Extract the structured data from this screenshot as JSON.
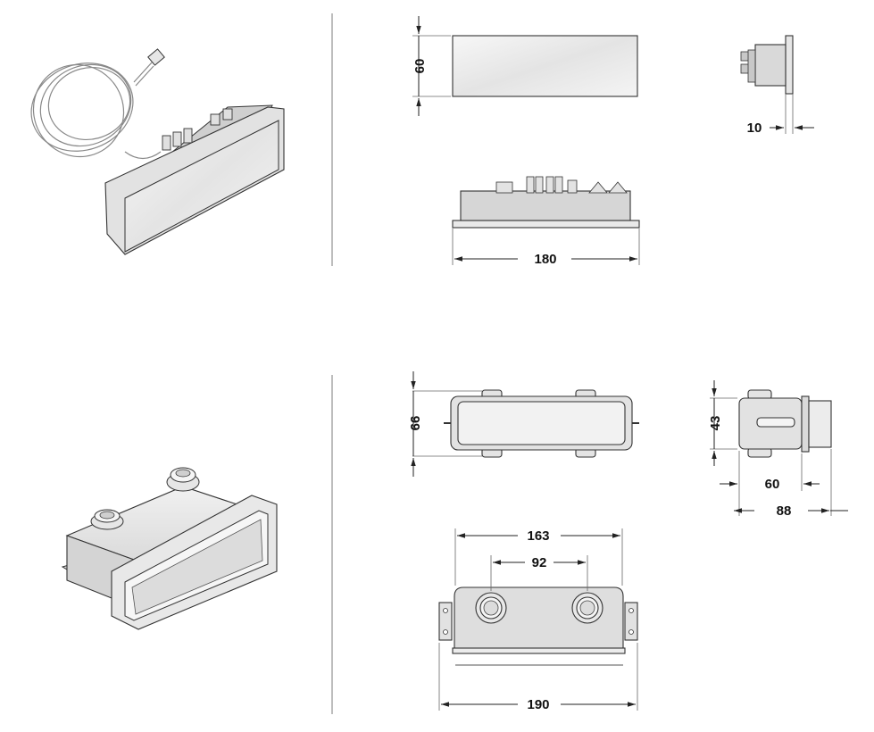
{
  "dimensions": {
    "lamp_front_height": "60",
    "lamp_side_depth": "10",
    "lamp_top_width": "180",
    "box_front_height": "66",
    "box_side_height": "43",
    "box_side_depth_inner": "60",
    "box_side_depth_outer": "88",
    "box_top_width": "163",
    "box_top_spacing": "92",
    "box_top_overall": "190"
  },
  "colors": {
    "part_fill": "#e6e6e6",
    "part_fill_dark": "#c9c9c9",
    "glass_fill": "#efefef",
    "line": "#333333",
    "divider": "#bdbdbd"
  }
}
